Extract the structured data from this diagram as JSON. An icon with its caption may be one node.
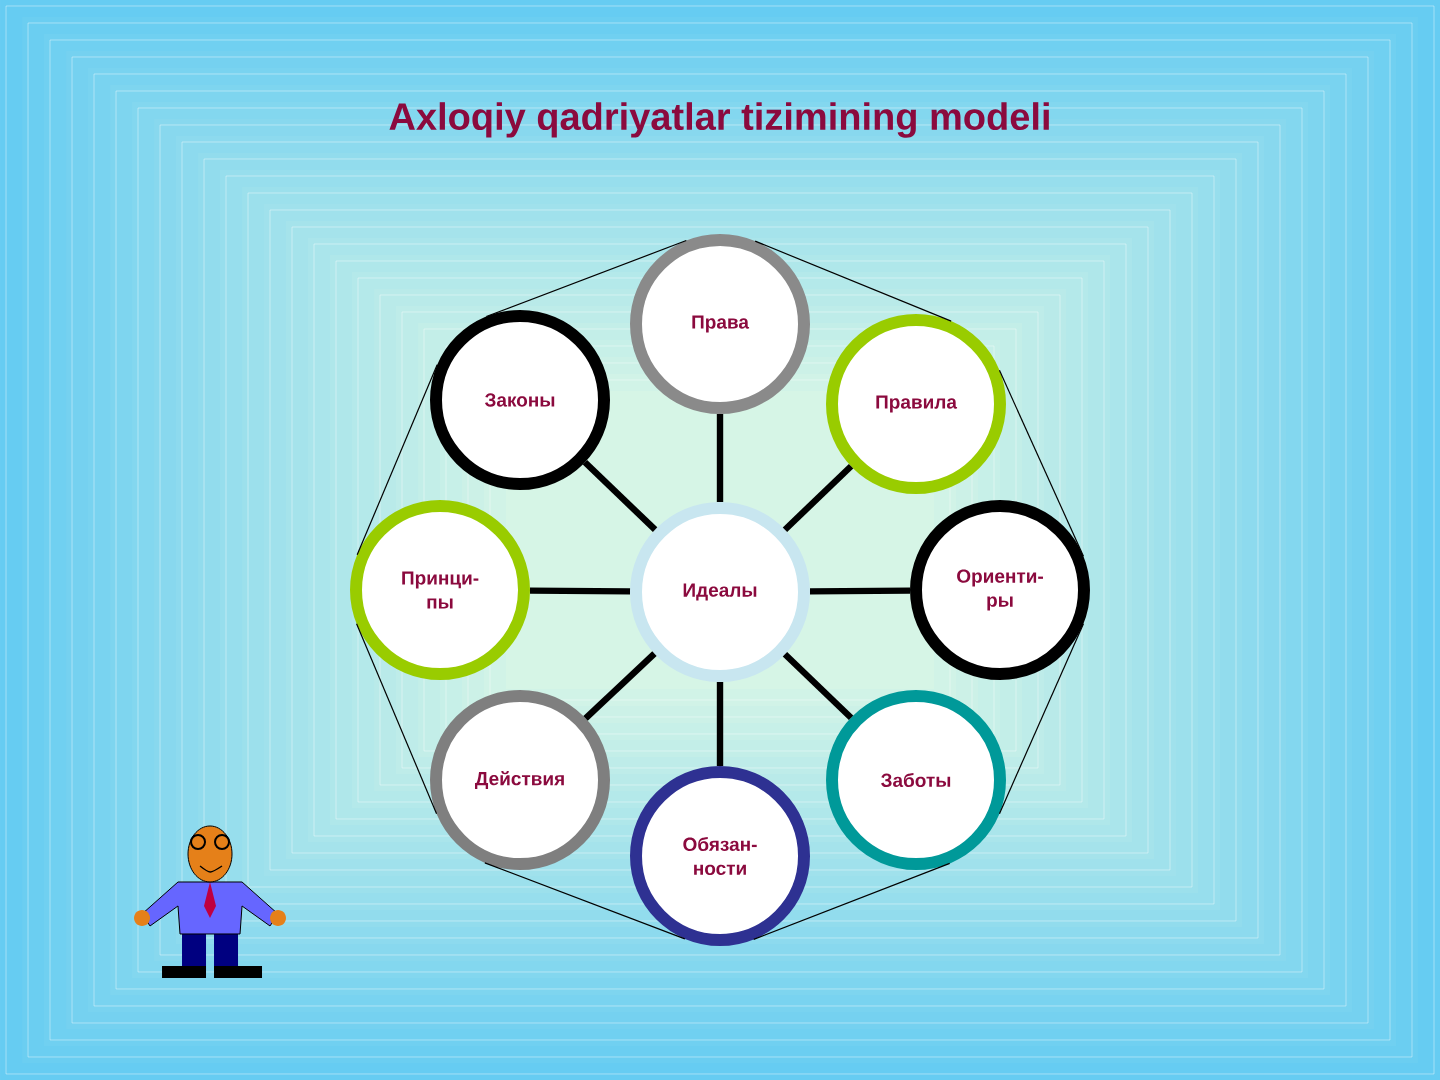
{
  "diagram": {
    "title": "Axloqiy qadriyatlar tizimining modeli",
    "nodes": [
      {
        "text": [
          "Права"
        ]
      },
      {
        "text": [
          "Законы"
        ]
      },
      {
        "text": [
          "Правила"
        ]
      },
      {
        "text": [
          "Принци- пы"
        ]
      },
      {
        "text": [
          "Идеалы"
        ]
      },
      {
        "text": [
          "Ориенти- ры"
        ]
      },
      {
        "text": [
          "Действия"
        ]
      },
      {
        "text": [
          "Заботы"
        ]
      },
      {
        "text": [
          "Обязан- ности"
        ]
      }
    ],
    "edges": [
      {
        "from": 4,
        "to": 0,
        "arrow": "none",
        "style": "thick"
      },
      {
        "from": 4,
        "to": 1,
        "arrow": "none",
        "style": "thick"
      },
      {
        "from": 4,
        "to": 2,
        "arrow": "none",
        "style": "thick"
      },
      {
        "from": 4,
        "to": 3,
        "arrow": "none",
        "style": "thick"
      },
      {
        "from": 4,
        "to": 5,
        "arrow": "none",
        "style": "thick"
      },
      {
        "from": 4,
        "to": 6,
        "arrow": "none",
        "style": "thick"
      },
      {
        "from": 4,
        "to": 7,
        "arrow": "none",
        "style": "thick"
      },
      {
        "from": 4,
        "to": 8,
        "arrow": "none",
        "style": "thick"
      },
      {
        "from": 0,
        "to": 2,
        "arrow": "none"
      },
      {
        "from": 2,
        "to": 5,
        "arrow": "none"
      },
      {
        "from": 5,
        "to": 7,
        "arrow": "none"
      },
      {
        "from": 7,
        "to": 8,
        "arrow": "none"
      },
      {
        "from": 8,
        "to": 6,
        "arrow": "none"
      },
      {
        "from": 6,
        "to": 3,
        "arrow": "none"
      },
      {
        "from": 3,
        "to": 1,
        "arrow": "none"
      },
      {
        "from": 1,
        "to": 0,
        "arrow": "none"
      }
    ]
  }
}
